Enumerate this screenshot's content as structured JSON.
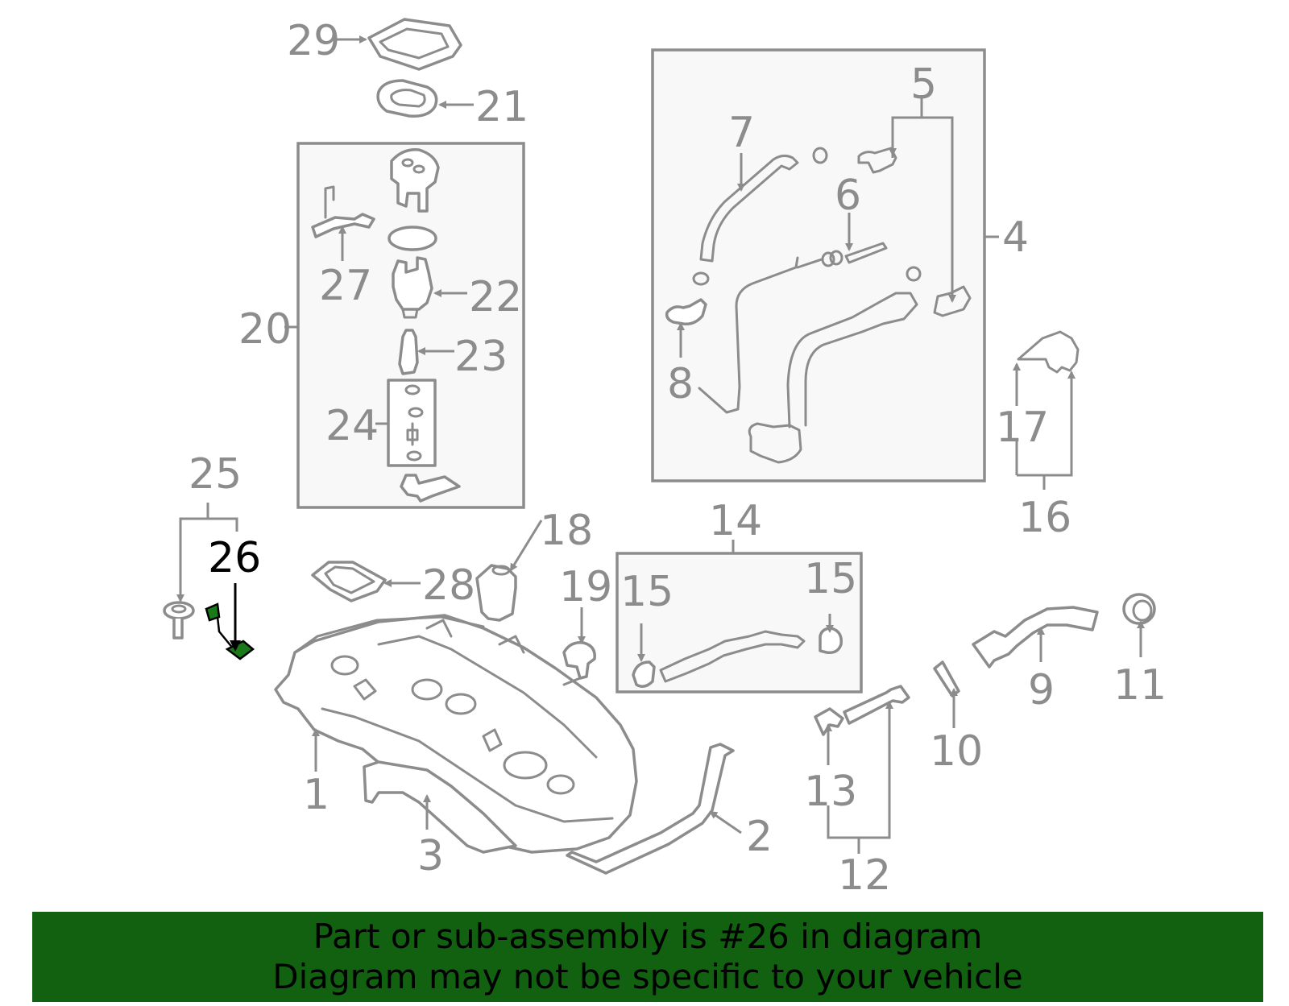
{
  "colors": {
    "line": "#8c8c8c",
    "highlight": "#116111",
    "highlight_part": "#1a7a1a",
    "box_fill": "#f8f8f8"
  },
  "highlighted_part": "26",
  "callouts": {
    "c1": "1",
    "c2": "2",
    "c3": "3",
    "c4": "4",
    "c5": "5",
    "c6": "6",
    "c7": "7",
    "c8": "8",
    "c9": "9",
    "c10": "10",
    "c11": "11",
    "c12": "12",
    "c13": "13",
    "c14": "14",
    "c15a": "15",
    "c15b": "15",
    "c16": "16",
    "c17": "17",
    "c18": "18",
    "c19": "19",
    "c20": "20",
    "c21": "21",
    "c22": "22",
    "c23": "23",
    "c24": "24",
    "c25": "25",
    "c26": "26",
    "c27": "27",
    "c28": "28",
    "c29": "29"
  },
  "banner": {
    "line1": "Part or sub-assembly is #26 in diagram",
    "line2": "Diagram may not be specific to your vehicle"
  }
}
